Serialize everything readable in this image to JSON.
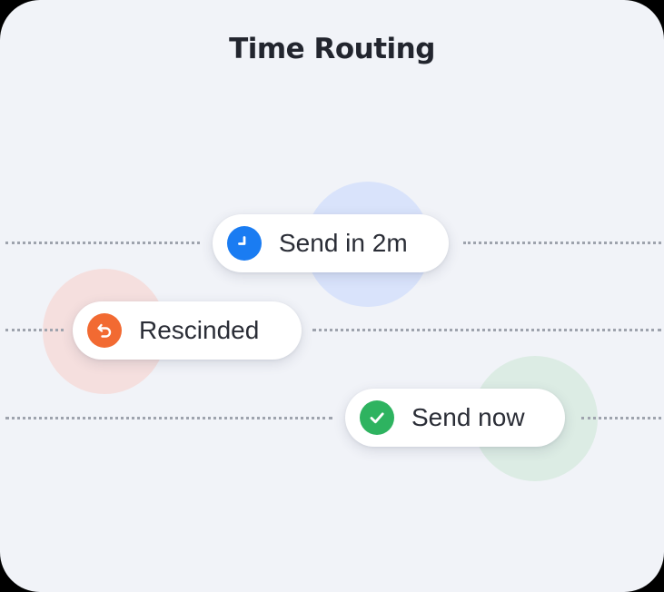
{
  "card": {
    "title": "Time Routing"
  },
  "routes": [
    {
      "label": "Send in 2m",
      "icon": "clock-icon",
      "color": "#1a7cf2",
      "halo": "#d9e3fb"
    },
    {
      "label": "Rescinded",
      "icon": "undo-arrow-icon",
      "color": "#f26a32",
      "halo": "#f5dfde"
    },
    {
      "label": "Send now",
      "icon": "checkmark-icon",
      "color": "#2eb360",
      "halo": "#dcece4"
    }
  ],
  "colors": {
    "card_background": "#f1f3f8",
    "title_text": "#22252e",
    "pill_text": "#2a2d36",
    "dotted_line": "#9ea3ad"
  }
}
